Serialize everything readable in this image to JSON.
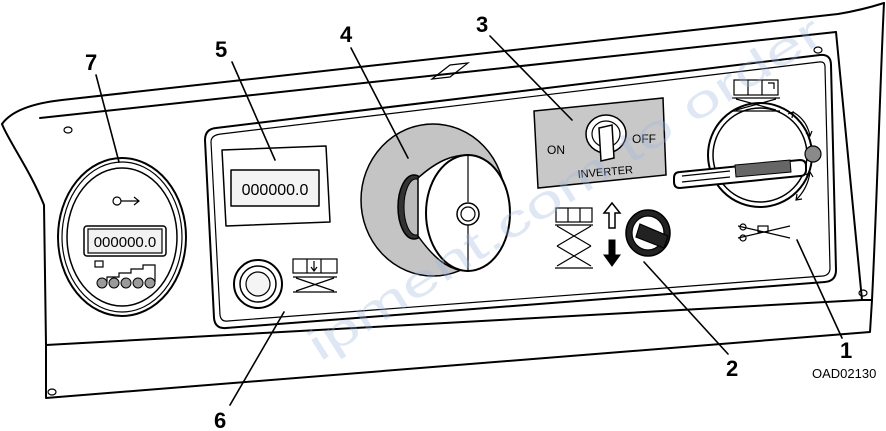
{
  "callouts": [
    "1",
    "2",
    "3",
    "4",
    "5",
    "6",
    "7"
  ],
  "hour_meter": {
    "reading": "000000.0"
  },
  "lcd_display": {
    "reading": "000000.0"
  },
  "inverter_switch": {
    "on_label": "ON",
    "off_label": "OFF",
    "name_label": "INVERTER"
  },
  "figure_code": "OAD02130",
  "watermark": "ipment.com to order",
  "colors": {
    "line": "#000000",
    "inverter_panel": "#c8c8c8",
    "estop_disc": "#c4c4c4",
    "indicator_dot": "#8a8a8a",
    "watermark": "#9fb6de"
  },
  "icons": [
    "hour-meter-icon",
    "battery-level-icon",
    "platform-lower-icon",
    "lift-up-arrow-icon",
    "lift-down-arrow-icon",
    "scissor-lift-icon",
    "rotate-arrow-icon",
    "key-switch-icon"
  ]
}
